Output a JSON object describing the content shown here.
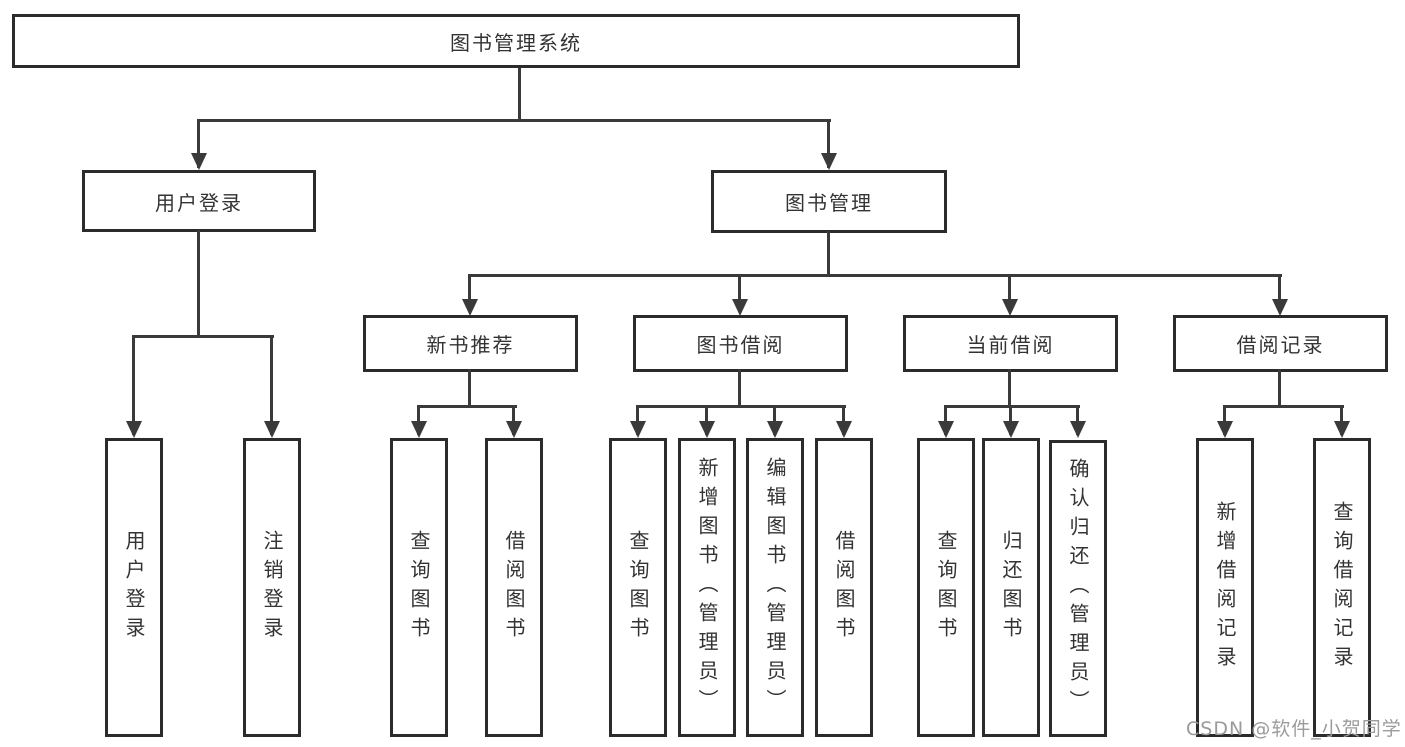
{
  "colors": {
    "background": "#ffffff",
    "box_border": "#2b2b2b",
    "connector_line": "#3a3a3a",
    "node_text": "#333333",
    "watermark_text": "#9b9b9b"
  },
  "watermark": {
    "text": "CSDN @软件_小贺同学"
  },
  "tree": {
    "root": {
      "label": "图书管理系统",
      "children": [
        {
          "label": "用户登录",
          "children": [
            {
              "label": "用户登录"
            },
            {
              "label": "注销登录"
            }
          ]
        },
        {
          "label": "图书管理",
          "children": [
            {
              "label": "新书推荐",
              "children": [
                {
                  "label": "查询图书"
                },
                {
                  "label": "借阅图书"
                }
              ]
            },
            {
              "label": "图书借阅",
              "children": [
                {
                  "label": "查询图书"
                },
                {
                  "label": "新增图书（管理员）"
                },
                {
                  "label": "编辑图书（管理员）"
                },
                {
                  "label": "借阅图书"
                }
              ]
            },
            {
              "label": "当前借阅",
              "children": [
                {
                  "label": "查询图书"
                },
                {
                  "label": "归还图书"
                },
                {
                  "label": "确认归还（管理员）"
                }
              ]
            },
            {
              "label": "借阅记录",
              "children": [
                {
                  "label": "新增借阅记录"
                },
                {
                  "label": "查询借阅记录"
                }
              ]
            }
          ]
        }
      ]
    }
  }
}
